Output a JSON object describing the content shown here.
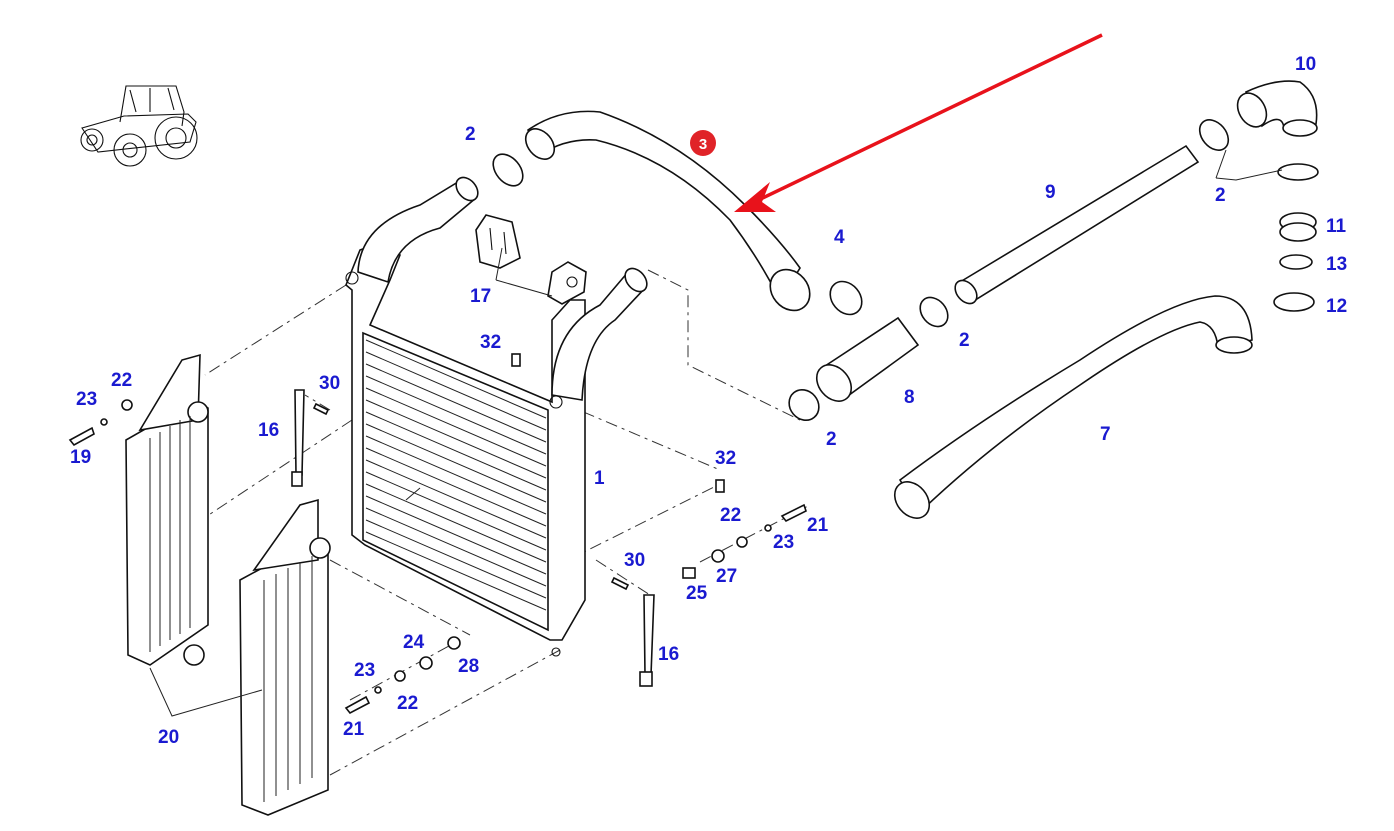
{
  "colors": {
    "label": "#1a1ad0",
    "arrow": "#e8121b",
    "badge": "#e02328",
    "line": "#111111"
  },
  "icons": {
    "tractor": "tractor-icon",
    "pointer": "red-arrow-icon"
  },
  "highlight_badge": "3",
  "labels": {
    "l1": "1",
    "l2a": "2",
    "l2b": "2",
    "l2c": "2",
    "l2d": "2",
    "l4": "4",
    "l7": "7",
    "l8": "8",
    "l9": "9",
    "l10": "10",
    "l11": "11",
    "l12": "12",
    "l13": "13",
    "l16a": "16",
    "l16b": "16",
    "l17": "17",
    "l19": "19",
    "l20": "20",
    "l21a": "21",
    "l21b": "21",
    "l22a": "22",
    "l22b": "22",
    "l22c": "22",
    "l23a": "23",
    "l23b": "23",
    "l23c": "23",
    "l24": "24",
    "l25": "25",
    "l27": "27",
    "l28": "28",
    "l30a": "30",
    "l30b": "30",
    "l32a": "32",
    "l32b": "32"
  }
}
